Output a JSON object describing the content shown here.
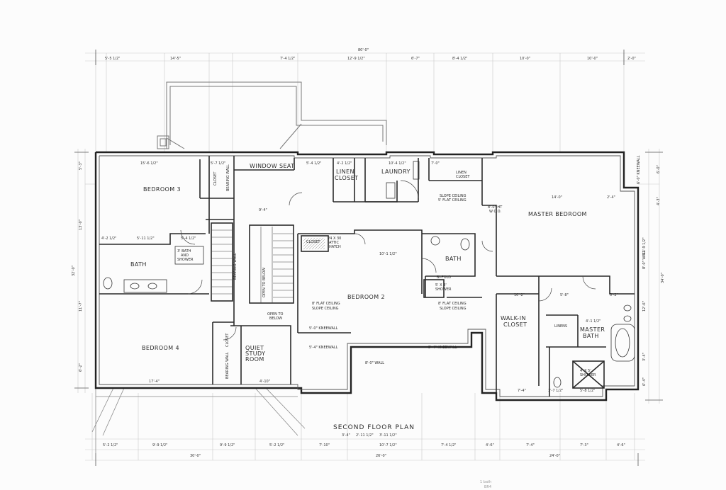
{
  "plan": {
    "title": "SECOND FLOOR PLAN",
    "rooms": {
      "bedroom3": "BEDROOM 3",
      "bedroom4": "BEDROOM 4",
      "bedroom2": "BEDROOM 2",
      "master_bedroom": "MASTER BEDROOM",
      "master_bath": "MASTER",
      "master_bath2": "BATH",
      "bath_left": "BATH",
      "bath_mid": "BATH",
      "laundry": "LAUNDRY",
      "linen_closet": "LINEN",
      "linen_closet2": "CLOSET",
      "walkin": "WALK-IN",
      "walkin2": "CLOSET",
      "linens": "LINENS",
      "quiet1": "QUIET",
      "quiet2": "STUDY",
      "quiet3": "ROOM",
      "window_seat": "WINDOW SEAT",
      "closet_b3": "CLOSET",
      "closet_b4": "CLOSET",
      "closet_b2": "CLOSET",
      "open_below1": "OPEN TO BELOW",
      "open_below2": "OPEN TO",
      "open_below3": "BELOW"
    },
    "notes": {
      "bath_shower1": "3' BATH",
      "bath_shower2": "AND",
      "bath_shower3": "SHOWER",
      "attic_hatch1": "24 X 30",
      "attic_hatch2": "ATTIC",
      "attic_hatch3": "HATCH",
      "flat_ceiling1": "8' FLAT CEILING",
      "flat_ceiling2": "SLOPE CEILING",
      "flat_ceiling3": "8' FLAT CEILING",
      "flat_ceiling4": "SLOPE CEILING",
      "slope_ceiling1": "SLOPE CEILING",
      "slope_ceiling2": "5' FLAT CEILING",
      "kneewall1": "5'-0\" KNEEWALL",
      "kneewall2": "5'-4\" KNEEWALL",
      "kneewall3": "5'-4\" KNEEWALL",
      "kneewall4": "6'-0\" KNEEWALL",
      "wall1": "8'-0\" WALL",
      "wall2": "8'-0\" WALL",
      "bearing1": "BEARING WALL",
      "bearing2": "BEARING WALL",
      "bearing3": "BEARING WALL",
      "shower_right1": "4' X 5'",
      "shower_right2": "SHOWER",
      "shower_mid1": "5' X 4'",
      "shower_mid2": "SHOWER",
      "bifold": "BI-FOLD",
      "wco1": "8'-0\" HT",
      "wco2": "W C.O."
    },
    "dims_top": [
      "5'-5 1/2\"",
      "14'-5\"",
      "7'-4 1/2\"",
      "12'-9 1/2\"",
      "6'-7\"",
      "8'-4 1/2\"",
      "10'-0\"",
      "10'-0\"",
      "2'-0\""
    ],
    "overall_top": "80'-0\"",
    "dims_bottom": [
      "5'-2 1/2\"",
      "9'-9 1/2\"",
      "9'-9 1/2\"",
      "5'-2 1/2\"",
      "7'-10\"",
      "3'-4\"",
      "2'-11 1/2\"",
      "3'-11 1/2\"",
      "10'-7 1/2\"",
      "7'-4 1/2\"",
      "4'-6\"",
      "7'-4\"",
      "7'-3\"",
      "4'-6\""
    ],
    "overall_bottom": [
      "30'-0\"",
      "26'-0\"",
      "24'-0\""
    ],
    "dims_left": [
      "5'-3\"",
      "13'-0\"",
      "32'-0\"",
      "11'-7\"",
      "6'-2\""
    ],
    "dims_right": [
      "6'-0\"",
      "4'-3\"",
      "12'-9 1/2\"",
      "34'-0\"",
      "12'-6\"",
      "3'-4\"",
      "6'-4\""
    ],
    "interior_dims": [
      "15'-6 1/2\"",
      "5'-7 1/2\"",
      "4'-2 1/2\"",
      "5'-11 1/2\"",
      "5'-4 1/2\"",
      "10'-4 1/2\"",
      "5'-4 1/2\"",
      "4'-2 1/2\"",
      "7'-0\"",
      "9'-4\"",
      "10'-1 1/2\"",
      "10'-2\"",
      "5'-8\"",
      "4'-1 1/2\"",
      "17'-4\"",
      "4'-10\"",
      "7'-4\"",
      "3'-7 1/2\"",
      "5'-8 1/2\"",
      "14'-0\"",
      "5'-2\"",
      "2'-4\""
    ],
    "pencil_note1": "1 bath",
    "pencil_note2": "BR4"
  }
}
